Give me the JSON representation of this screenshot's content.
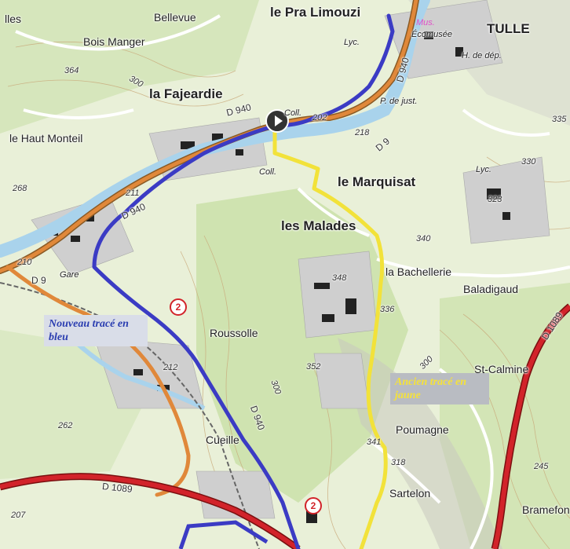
{
  "map": {
    "places": [
      {
        "id": "tulle",
        "text": "TULLE",
        "size": "big"
      },
      {
        "id": "pra-limouzi",
        "text": "le Pra Limouzi",
        "size": "big"
      },
      {
        "id": "la-fajeardie",
        "text": "la Fajeardie",
        "size": "big"
      },
      {
        "id": "le-marquisat",
        "text": "le Marquisat",
        "size": "big"
      },
      {
        "id": "les-malades",
        "text": "les Malades",
        "size": "big"
      },
      {
        "id": "bellevue",
        "text": "Bellevue",
        "size": "normal"
      },
      {
        "id": "bois-manger",
        "text": "Bois Manger",
        "size": "normal"
      },
      {
        "id": "haut-monteil",
        "text": "le Haut Monteil",
        "size": "normal"
      },
      {
        "id": "la-bachellerie",
        "text": "la Bachellerie",
        "size": "normal"
      },
      {
        "id": "baladigaud",
        "text": "Baladigaud",
        "size": "normal"
      },
      {
        "id": "roussolle",
        "text": "Roussolle",
        "size": "normal"
      },
      {
        "id": "st-calmine",
        "text": "St-Calmine",
        "size": "normal"
      },
      {
        "id": "poumagne",
        "text": "Poumagne",
        "size": "normal"
      },
      {
        "id": "sartelon",
        "text": "Sartelon",
        "size": "normal"
      },
      {
        "id": "cueille",
        "text": "Cueille",
        "size": "normal"
      },
      {
        "id": "bramefon",
        "text": "Bramefon",
        "size": "normal"
      },
      {
        "id": "lles",
        "text": "lles",
        "size": "normal"
      },
      {
        "id": "gare",
        "text": "Gare",
        "size": "small"
      },
      {
        "id": "coll-1",
        "text": "Coll.",
        "size": "small"
      },
      {
        "id": "coll-2",
        "text": "Coll.",
        "size": "small"
      },
      {
        "id": "lyc-1",
        "text": "Lyc.",
        "size": "small"
      },
      {
        "id": "lyc-2",
        "text": "Lyc.",
        "size": "small"
      },
      {
        "id": "ecomusee",
        "text": "Écomusée",
        "size": "small"
      },
      {
        "id": "h-de-dep",
        "text": "H. de dép.",
        "size": "small"
      },
      {
        "id": "p-de-just",
        "text": "P. de just.",
        "size": "small"
      },
      {
        "id": "mus",
        "text": "Mus.",
        "size": "small"
      }
    ],
    "roads": [
      {
        "id": "d940-a",
        "text": "D 940"
      },
      {
        "id": "d940-b",
        "text": "D 940"
      },
      {
        "id": "d940-c",
        "text": "D 940"
      },
      {
        "id": "d940-d",
        "text": "D 940"
      },
      {
        "id": "d9-a",
        "text": "D 9"
      },
      {
        "id": "d9-b",
        "text": "D 9"
      },
      {
        "id": "d1089-a",
        "text": "D 1089"
      },
      {
        "id": "d1089-b",
        "text": "D 1089"
      }
    ],
    "altitudes": [
      "364",
      "300",
      "268",
      "211",
      "210",
      "212",
      "202",
      "218",
      "330",
      "323",
      "340",
      "348",
      "336",
      "352",
      "341",
      "318",
      "300",
      "262",
      "207",
      "245",
      "335",
      "300"
    ],
    "markers": [
      "2",
      "2"
    ],
    "notes": {
      "blue": "Nouveau tracé en bleu",
      "yellow": "Ancien tracé en jaune"
    },
    "colors": {
      "new_route": "#3b3bc4",
      "old_route": "#f2e23a",
      "main_road": "#e0883a",
      "national_road": "#d2232a",
      "river": "#a9d3ec",
      "forest": "#cfe3b0",
      "urban": "#d8d8d8"
    }
  }
}
